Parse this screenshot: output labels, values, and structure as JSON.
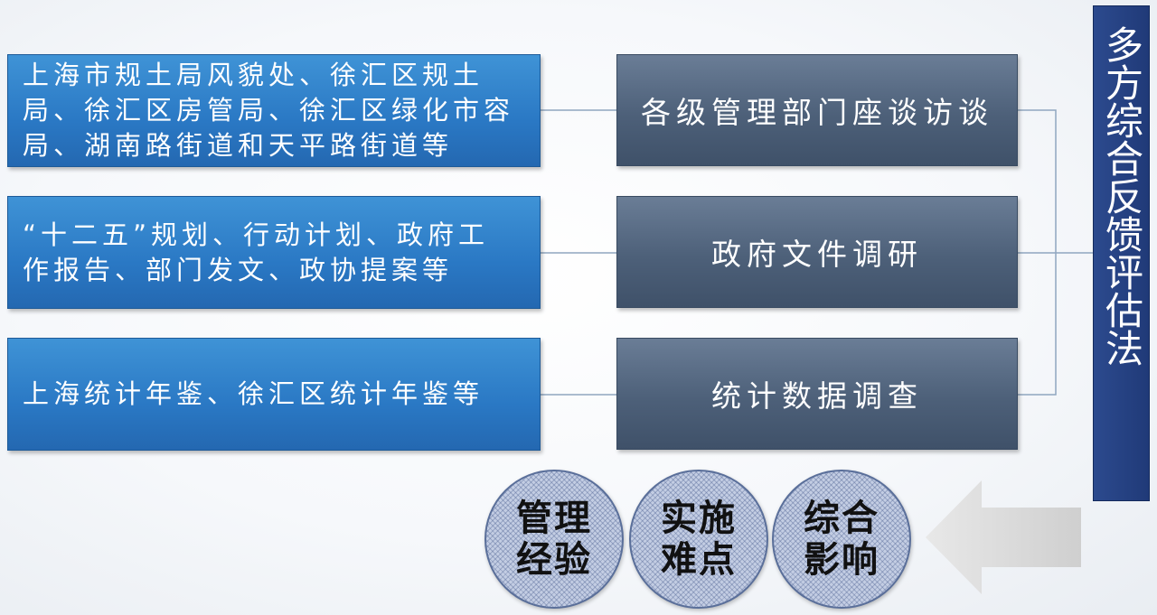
{
  "diagram": {
    "title": "多方综合反馈评估法",
    "sources": [
      "上海市规土局风貌处、徐汇区规土\n局、徐汇区房管局、徐汇区绿化市容\n局、湖南路街道和天平路街道等",
      "“十二五”规划、行动计划、政府工\n作报告、部门发文、政协提案等",
      "上海统计年鉴、徐汇区统计年鉴等"
    ],
    "methods": [
      "各级管理部门座谈访谈",
      "政府文件调研",
      "统计数据调查"
    ],
    "outcomes": [
      "管理\n经验",
      "实施\n难点",
      "综合\n影响"
    ]
  }
}
